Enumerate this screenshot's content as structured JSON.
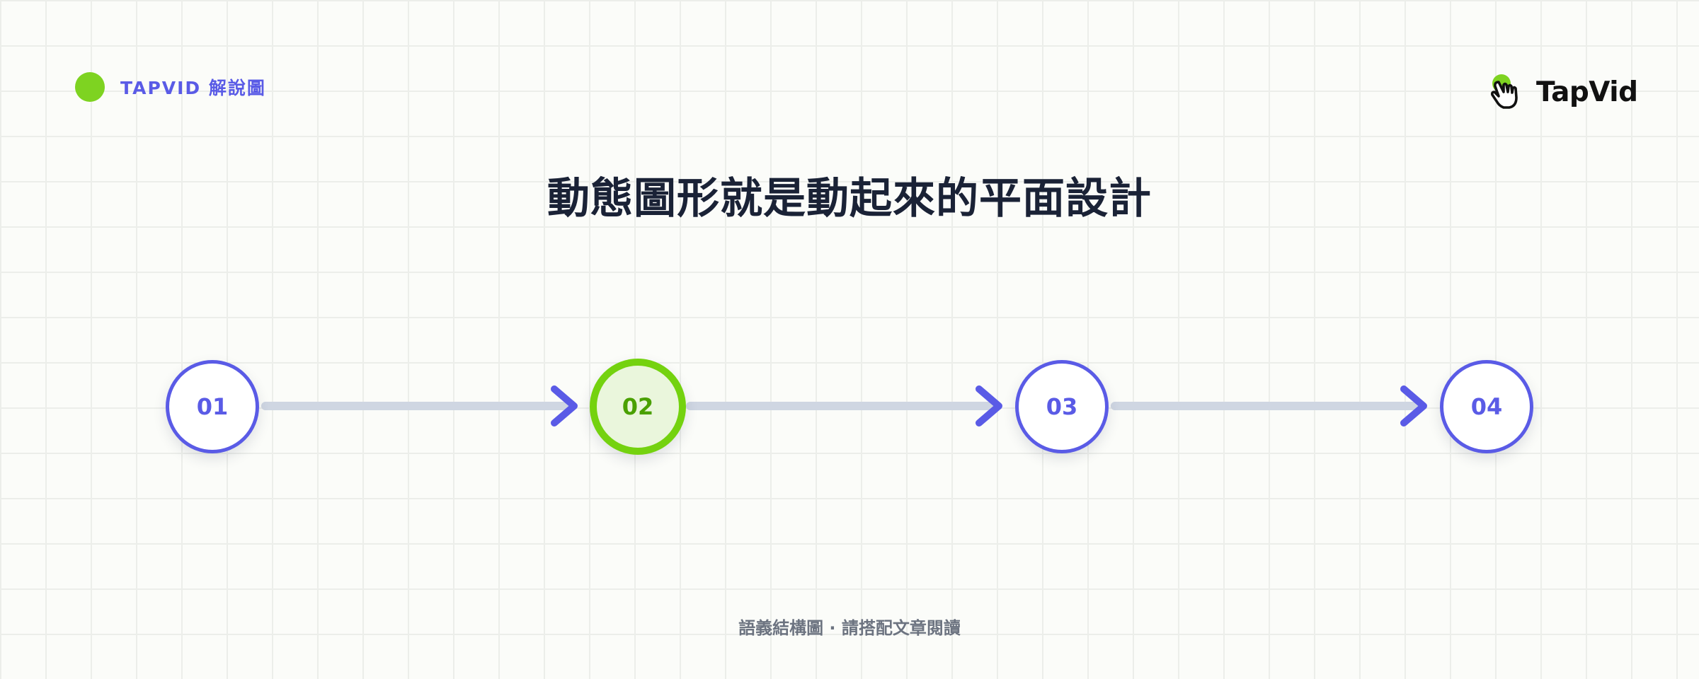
{
  "header": {
    "brand_label": "TAPVID 解說圖",
    "logo_text": "TapVid"
  },
  "title": "動態圖形就是動起來的平面設計",
  "steps": [
    {
      "label": "01",
      "active": false
    },
    {
      "label": "02",
      "active": true
    },
    {
      "label": "03",
      "active": false
    },
    {
      "label": "04",
      "active": false
    }
  ],
  "footer": "語義結構圖 · 請搭配文章閱讀",
  "colors": {
    "accent": "#5a5be6",
    "highlight": "#74d20f",
    "highlight_fill": "#eaf6dc",
    "connector": "#cfd6e2",
    "title": "#1a2236",
    "footer": "#6c7380",
    "background": "#fbfcf9",
    "grid": "#eceeea"
  },
  "icons": {
    "brand_dot": "green-dot-icon",
    "logo": "hand-pointer-icon",
    "connector_head": "chevron-right-icon"
  }
}
